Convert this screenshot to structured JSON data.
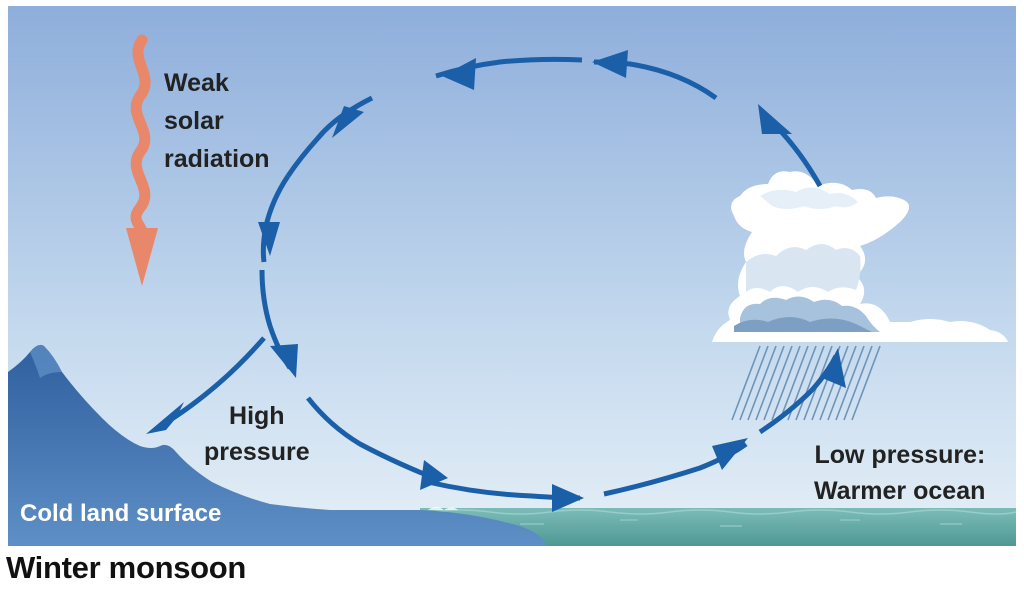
{
  "diagram": {
    "caption": "Winter monsoon",
    "labels": {
      "solar_line1": "Weak",
      "solar_line2": "solar",
      "solar_line3": "radiation",
      "high_line1": "High",
      "high_line2": "pressure",
      "low_line1": "Low pressure:",
      "low_line2": "Warmer ocean",
      "land": "Cold land surface"
    },
    "colors": {
      "sky_top": "#8fb0dc",
      "sky_bottom": "#e4eef6",
      "arrow": "#1b5fa8",
      "solar_arrow": "#e8876a",
      "land": "#3f6faa",
      "ocean": "#5fa7a4"
    }
  }
}
